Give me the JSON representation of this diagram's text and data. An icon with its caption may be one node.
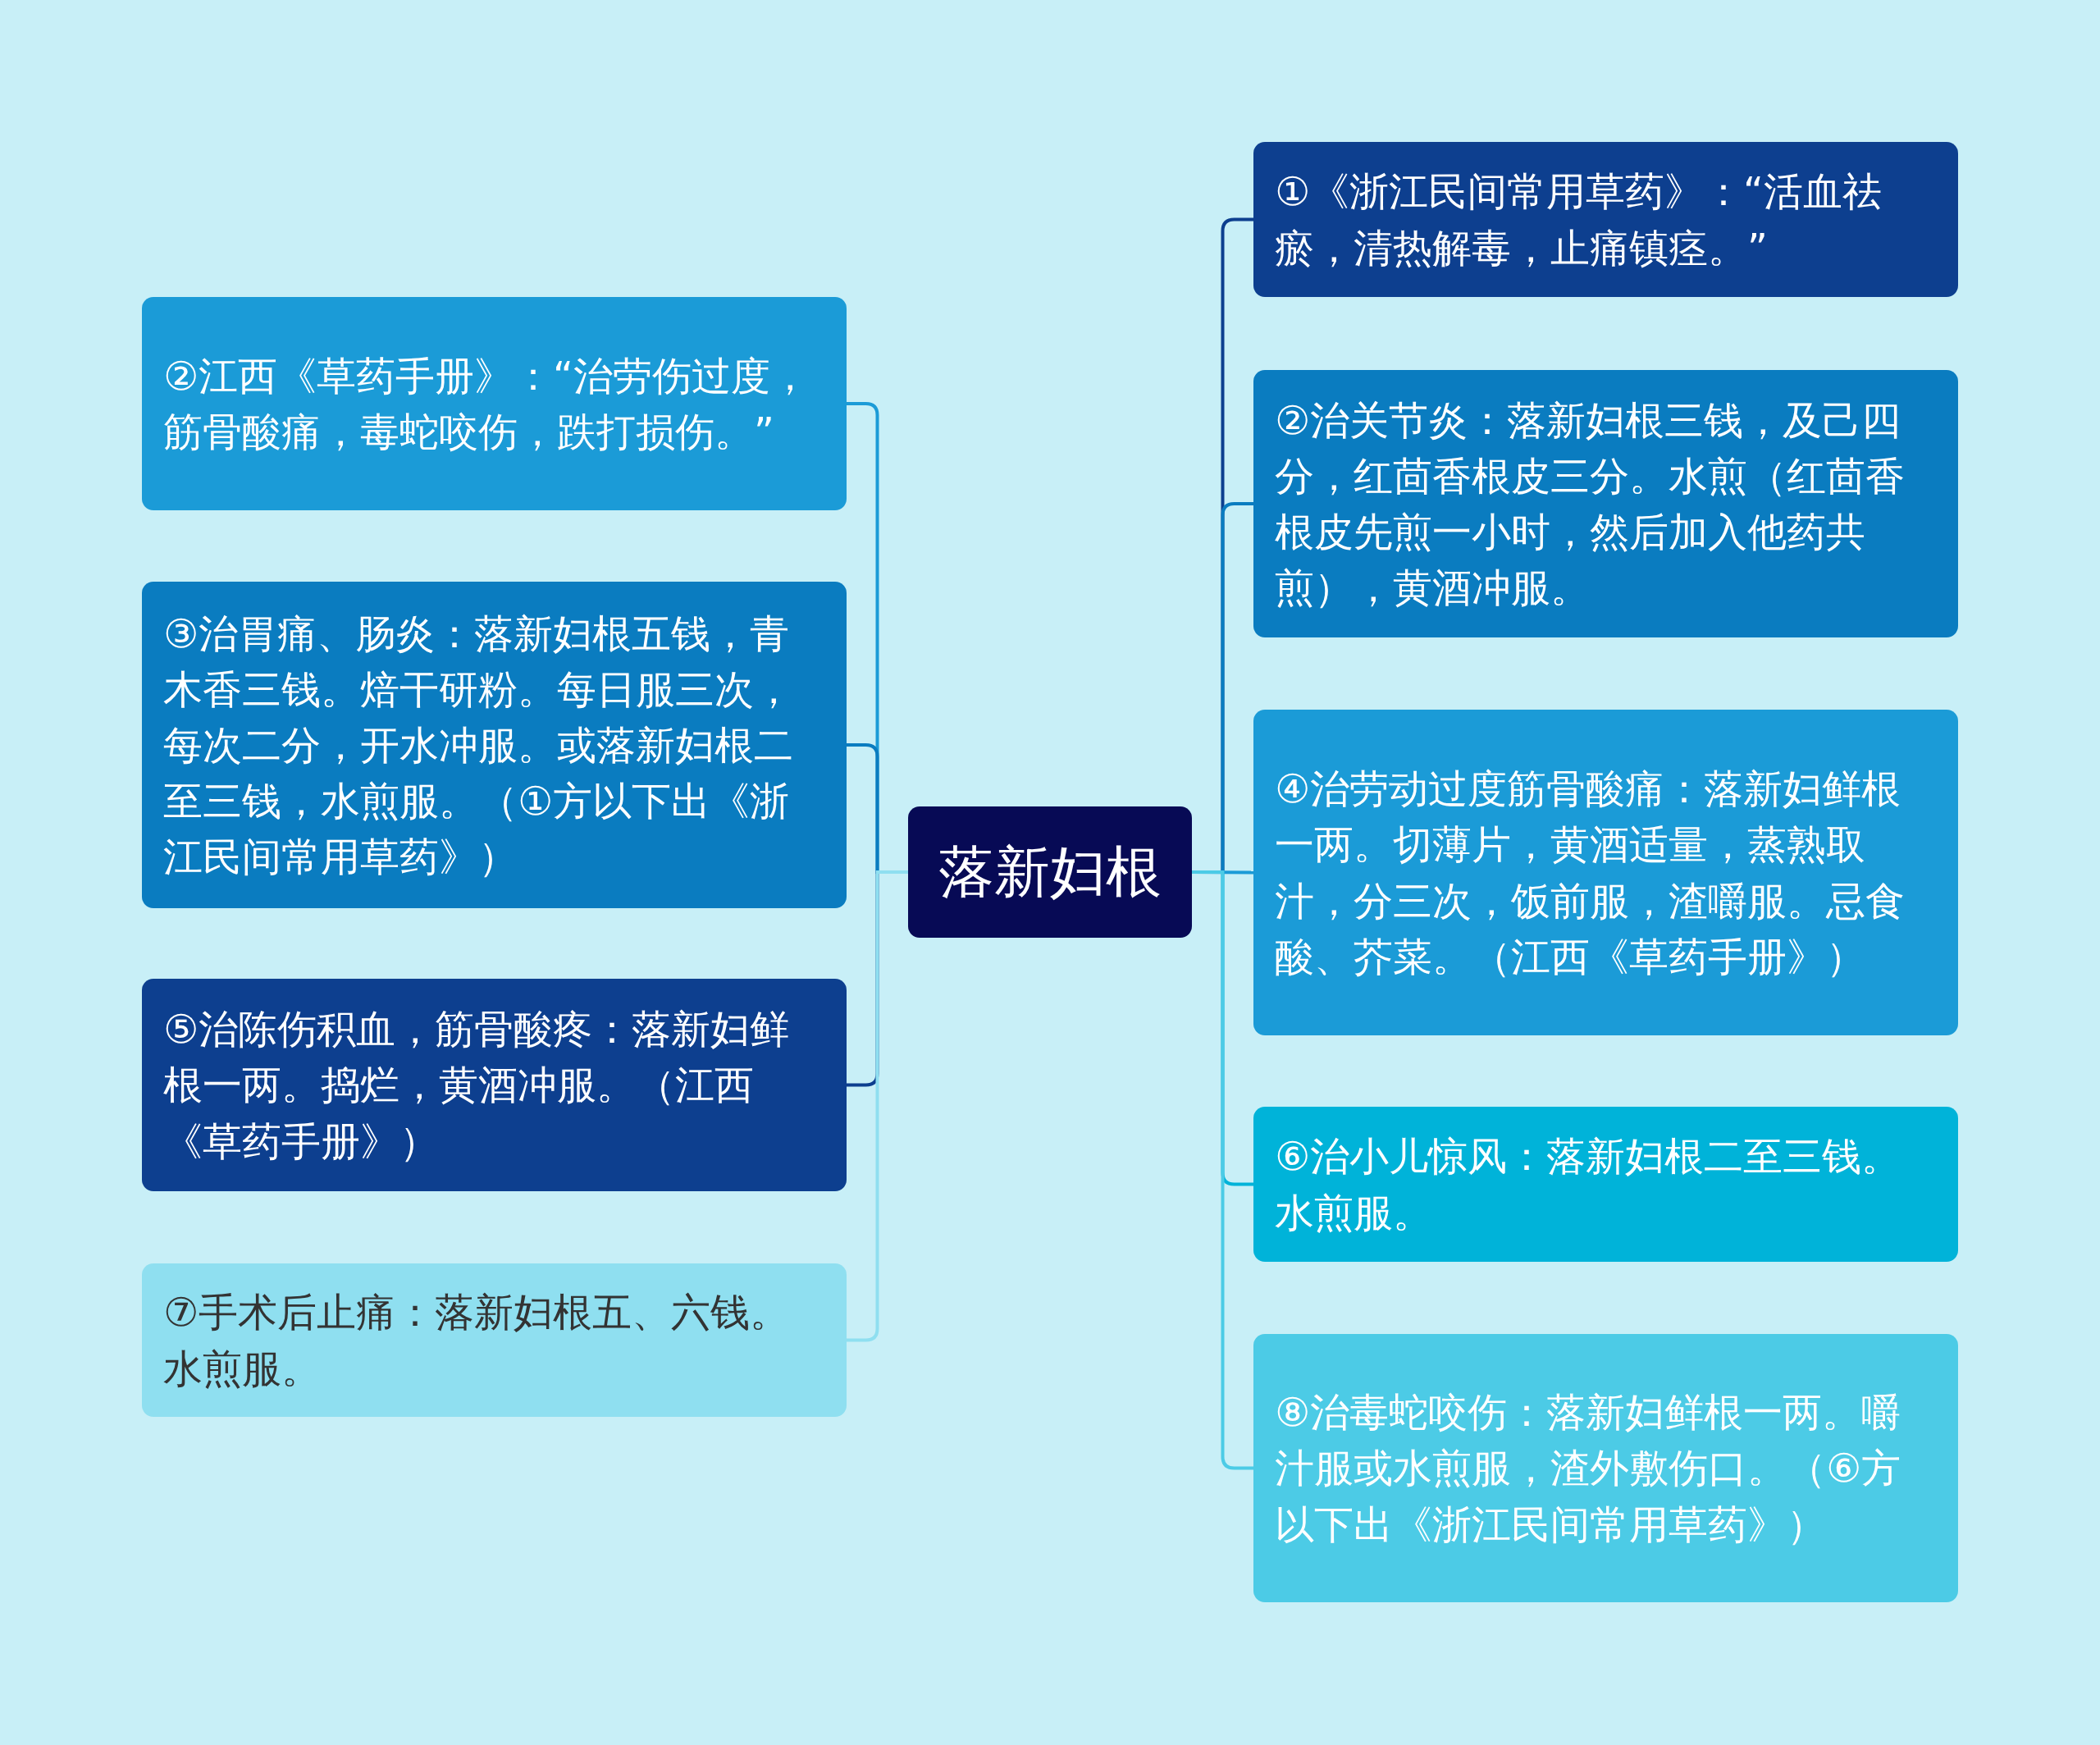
{
  "diagram": {
    "nodes": [
      {
        "text": [
          "落新妇根"
        ]
      },
      {
        "text": [
          "①《浙江民间常用草药》：“活血祛瘀，清热解毒，止痛镇痉。”"
        ]
      },
      {
        "text": [
          "②治关节炎：落新妇根三钱，及己四分，红茴香根皮三分。水煎（红茴香根皮先煎一小时，然后加入他药共煎），黄酒冲服。"
        ]
      },
      {
        "text": [
          "④治劳动过度筋骨酸痛：落新妇鲜根一两。切薄片，黄酒适量，蒸熟取汁，分三次，饭前服，渣嚼服。忌食酸、芥菜。（江西《草药手册》）"
        ]
      },
      {
        "text": [
          "⑥治小儿惊风：落新妇根二至三钱。水煎服。"
        ]
      },
      {
        "text": [
          "⑧治毒蛇咬伤：落新妇鲜根一两。嚼汁服或水煎服，渣外敷伤口。（⑥方以下出《浙江民间常用草药》）"
        ]
      },
      {
        "text": [
          "②江西《草药手册》：“治劳伤过度，筋骨酸痛，毒蛇咬伤，跌打损伤。”"
        ]
      },
      {
        "text": [
          "③治胃痛、肠炎：落新妇根五钱，青木香三钱。焙干研粉。每日服三次，每次二分，开水冲服。或落新妇根二至三钱，水煎服。（①方以下出《浙江民间常用草药》）"
        ]
      },
      {
        "text": [
          "⑤治陈伤积血，筋骨酸疼：落新妇鲜根一两。捣烂，黄酒冲服。（江西《草药手册》）"
        ]
      },
      {
        "text": [
          "⑦手术后止痛：落新妇根五、六钱。水煎服。"
        ]
      }
    ],
    "edges": [
      {
        "from": 0,
        "to": 1,
        "arrow": "none",
        "color": "#0d3f8f"
      },
      {
        "from": 0,
        "to": 2,
        "arrow": "none",
        "color": "#0a7cc0"
      },
      {
        "from": 0,
        "to": 3,
        "arrow": "none",
        "color": "#1b9bd7"
      },
      {
        "from": 0,
        "to": 4,
        "arrow": "none",
        "color": "#00b3d9"
      },
      {
        "from": 0,
        "to": 5,
        "arrow": "none",
        "color": "#4ccbe6"
      },
      {
        "from": 0,
        "to": 6,
        "arrow": "none",
        "color": "#1b9bd7"
      },
      {
        "from": 0,
        "to": 7,
        "arrow": "none",
        "color": "#0a7cc0"
      },
      {
        "from": 0,
        "to": 8,
        "arrow": "none",
        "color": "#0d3f8f"
      },
      {
        "from": 0,
        "to": 9,
        "arrow": "none",
        "color": "#8fdff0"
      }
    ]
  }
}
